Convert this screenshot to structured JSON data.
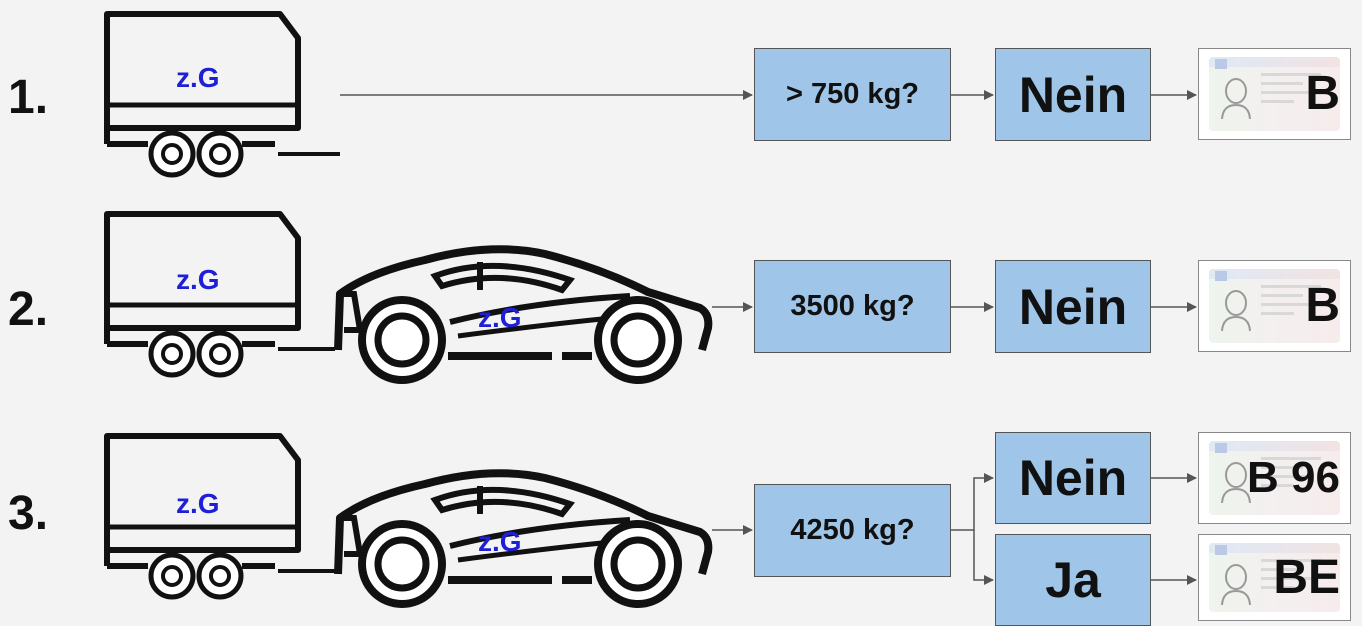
{
  "colors": {
    "box_fill": "#9fc5e8",
    "zg_text": "#1f1fd6",
    "line": "#555555"
  },
  "trailer_label": "z.G",
  "car_label": "z.G",
  "rows": [
    {
      "number": "1.",
      "question": "> 750 kg?",
      "answer": "Nein",
      "license": "B"
    },
    {
      "number": "2.",
      "question": "3500 kg?",
      "answer": "Nein",
      "license": "B"
    },
    {
      "number": "3.",
      "question": "4250 kg?",
      "answers": [
        {
          "answer": "Nein",
          "license": "B 96"
        },
        {
          "answer": "Ja",
          "license": "BE"
        }
      ]
    }
  ]
}
